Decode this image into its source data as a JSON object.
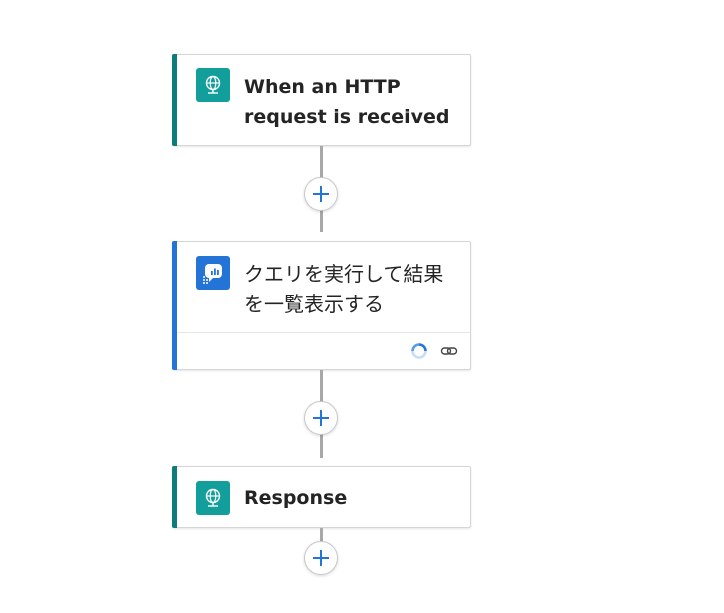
{
  "workflow": {
    "steps": [
      {
        "title_line1": "When an HTTP",
        "title_line2": "request is received",
        "icon": "http-globe-icon",
        "accent": "#0e7c7b",
        "tile_color": "#129e9b"
      },
      {
        "title_line1": "クエリを実行して結果",
        "title_line2": "を一覧表示する",
        "icon": "kusto-query-icon",
        "accent": "#2474d8",
        "tile_color": "#2474d8",
        "footer_icons": [
          "loading-spinner-icon",
          "link-icon"
        ]
      },
      {
        "title_line1": "Response",
        "icon": "http-globe-icon",
        "accent": "#0e7c7b",
        "tile_color": "#129e9b"
      }
    ],
    "add_button_symbol": "+",
    "add_button_color": "#2474d8",
    "connector_color": "#a8a8a8"
  }
}
